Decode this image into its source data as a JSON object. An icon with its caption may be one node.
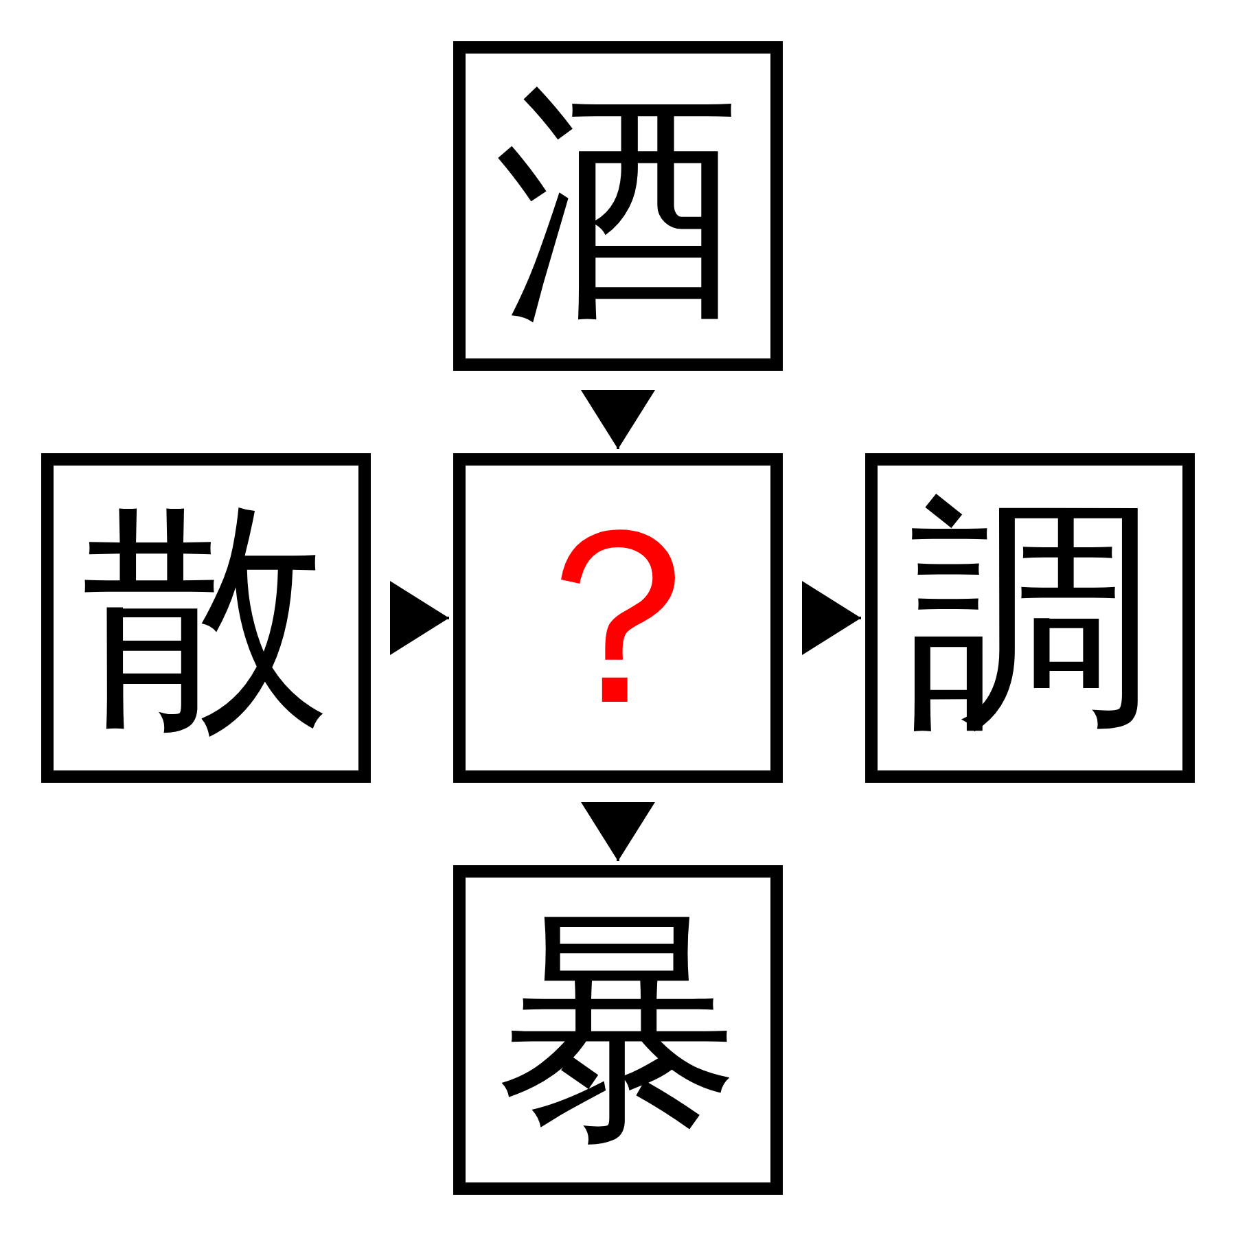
{
  "diagram": {
    "nodes": [
      {
        "text": [
          "酒"
        ]
      },
      {
        "text": [
          "散"
        ]
      },
      {
        "text": [
          "？"
        ]
      },
      {
        "text": [
          "調"
        ]
      },
      {
        "text": [
          "暴"
        ]
      }
    ],
    "edges": [
      {
        "from": 0,
        "to": 2,
        "arrow": "to"
      },
      {
        "from": 1,
        "to": 2,
        "arrow": "to"
      },
      {
        "from": 2,
        "to": 3,
        "arrow": "to"
      },
      {
        "from": 2,
        "to": 4,
        "arrow": "to"
      }
    ]
  }
}
